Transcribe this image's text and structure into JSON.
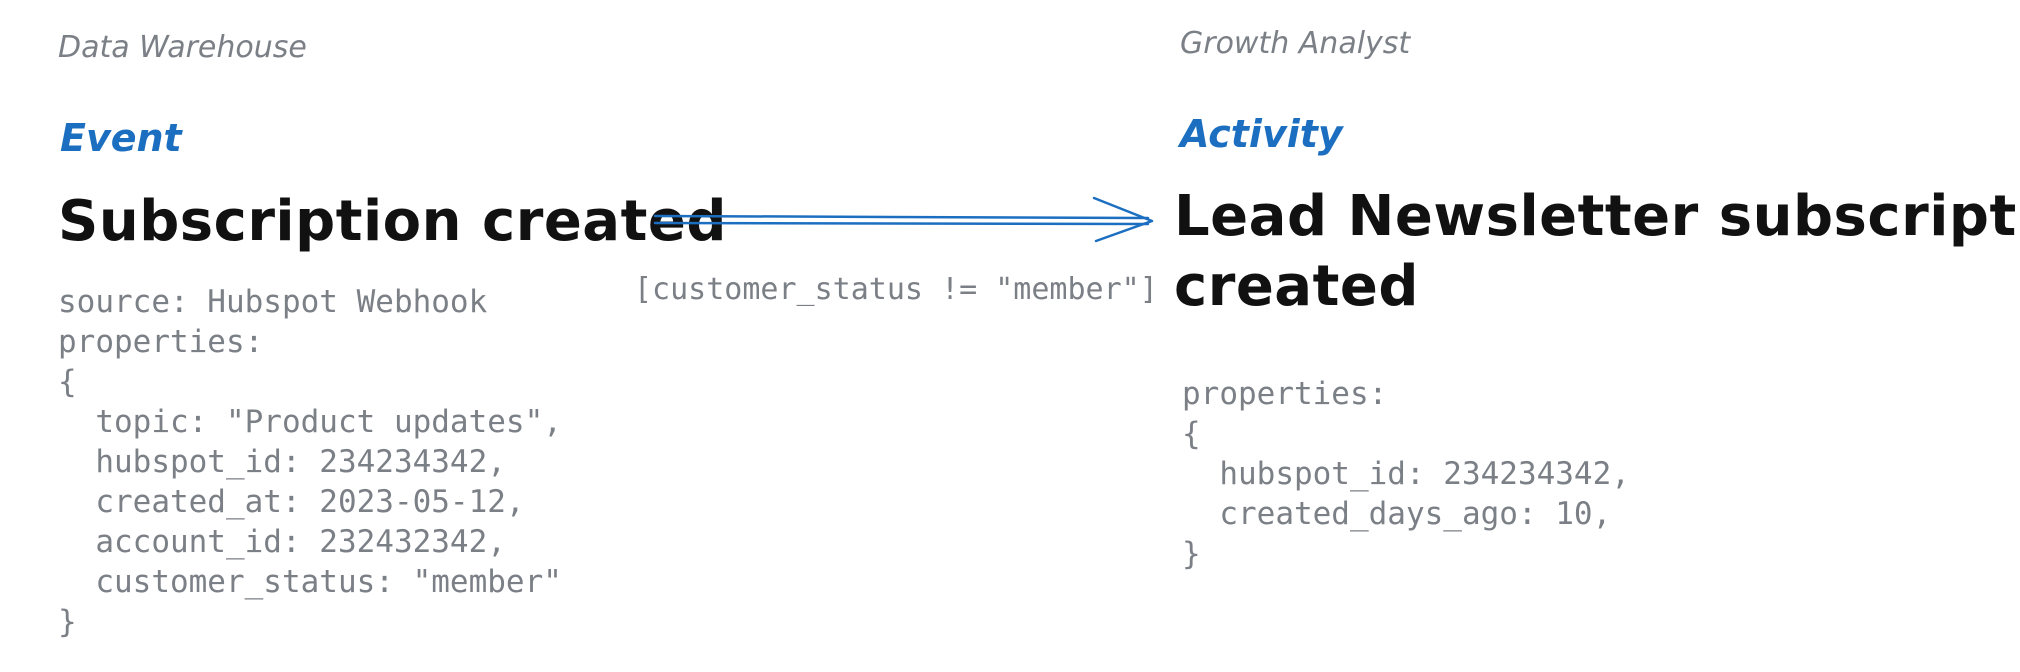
{
  "source": {
    "section_label": "Data Warehouse",
    "type_label": "Event",
    "title": "Subscription created",
    "lines": [
      "source: Hubspot Webhook",
      "properties:",
      "{",
      "  topic: \"Product updates\",",
      "  hubspot_id: 234234342,",
      "  created_at: 2023-05-12,",
      "  account_id: 232432342,",
      "  customer_status: \"member\"",
      "}"
    ]
  },
  "transition": {
    "condition": "[customer_status != \"member\"]"
  },
  "target": {
    "section_label": "Growth Analyst",
    "type_label": "Activity",
    "title_lines": [
      "Lead Newsletter subscription",
      "created"
    ],
    "lines": [
      "properties:",
      "{",
      "  hubspot_id: 234234342,",
      "  created_days_ago: 10,",
      "}"
    ]
  },
  "colors": {
    "accent": "#1c6fc0",
    "muted": "#7b7f86",
    "title": "#111111"
  }
}
